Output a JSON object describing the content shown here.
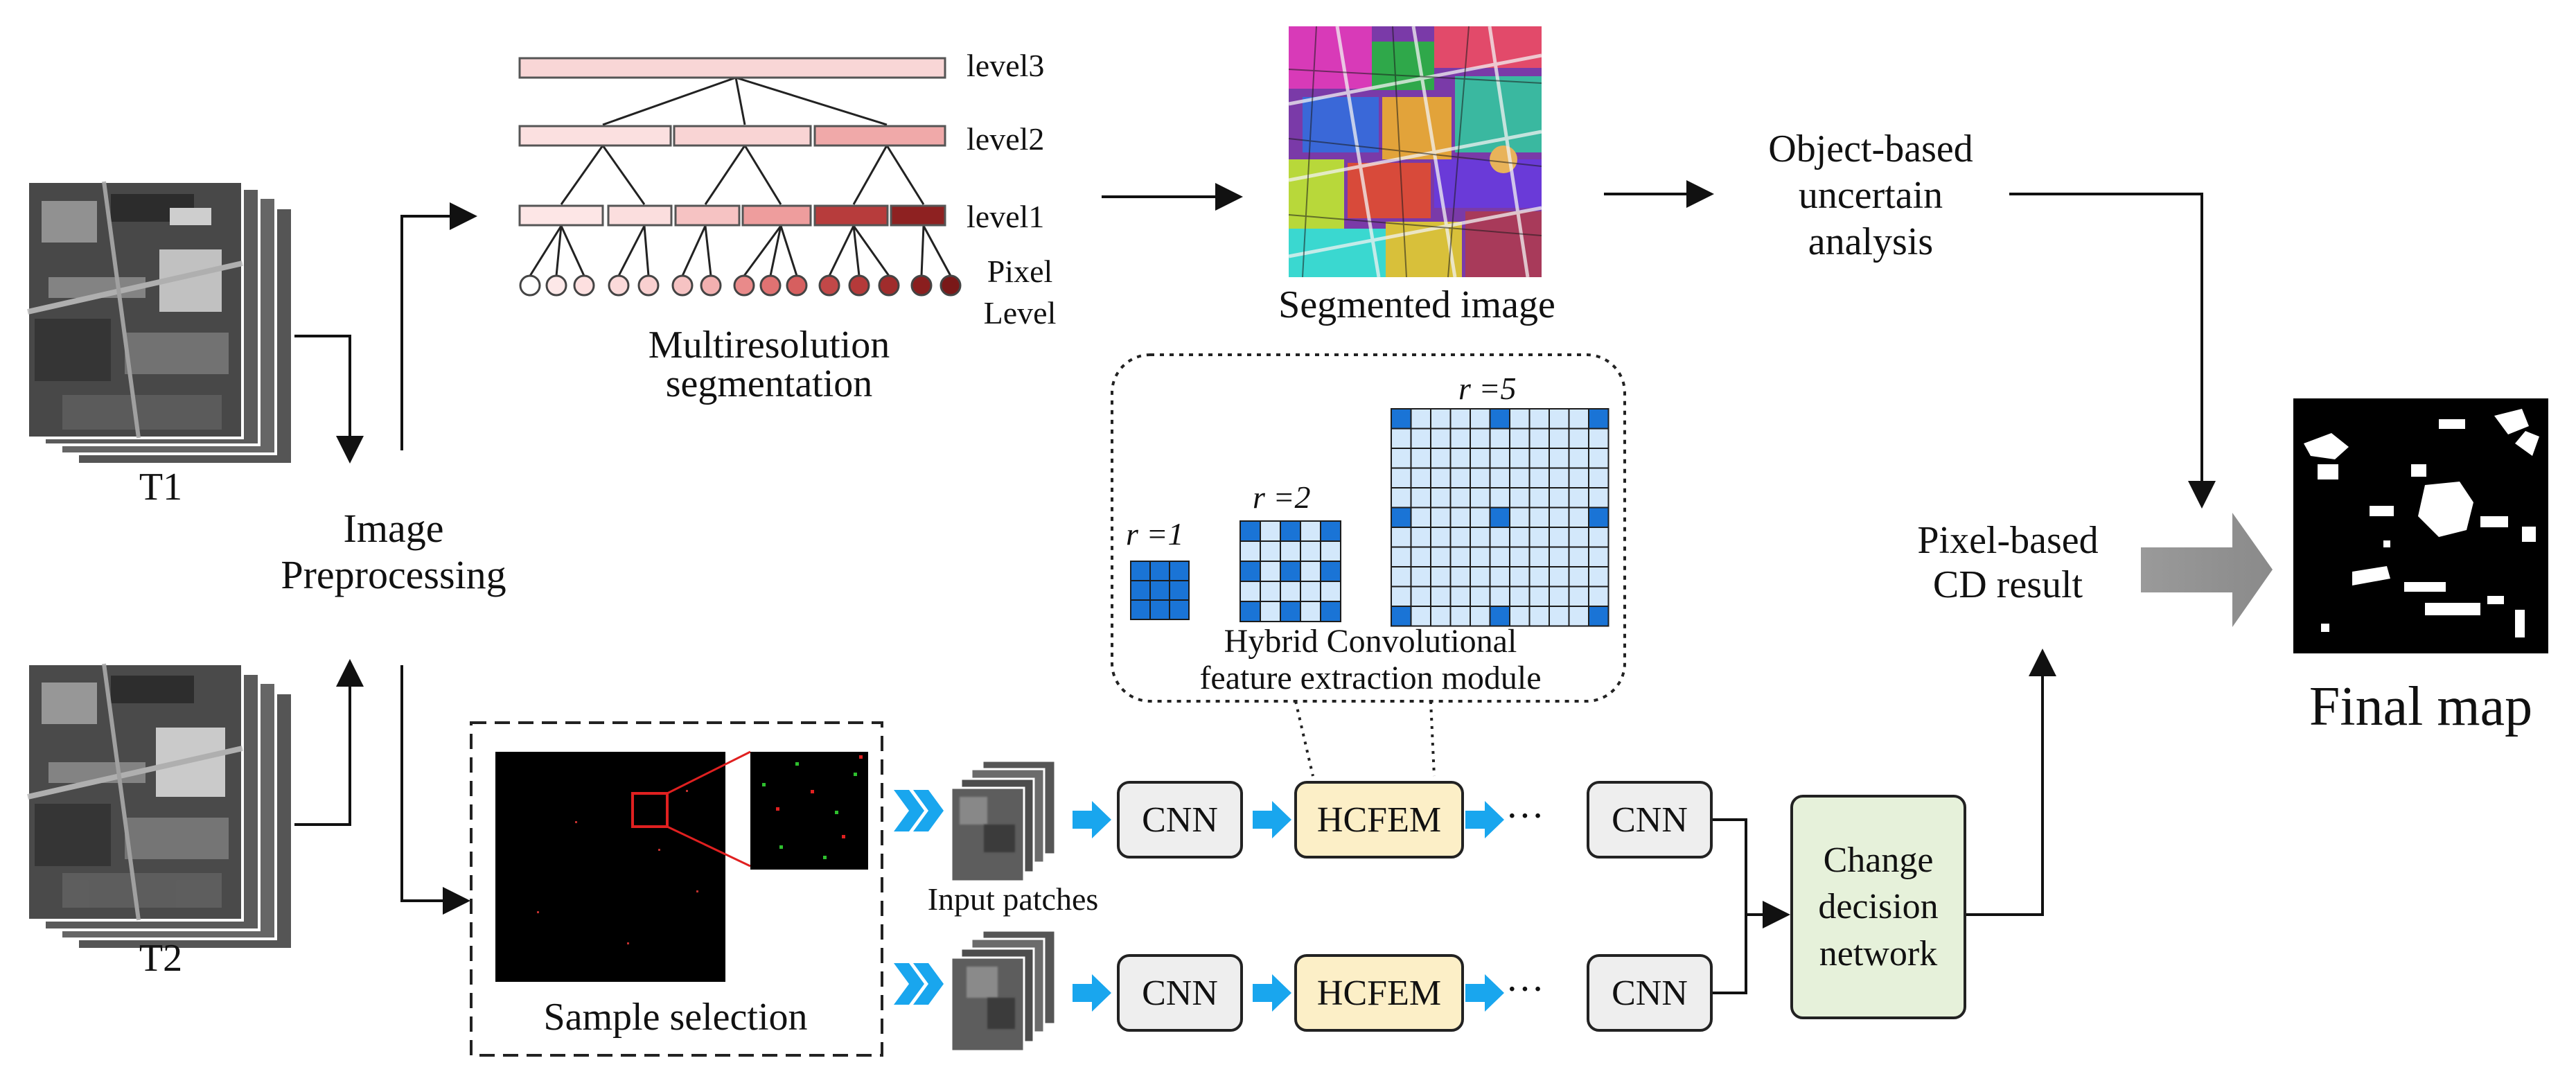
{
  "inputs": {
    "t1_label": "T1",
    "t2_label": "T2"
  },
  "preprocessing": {
    "line1": "Image",
    "line2": "Preprocessing"
  },
  "segmentation": {
    "level3": "level3",
    "level2": "level2",
    "level1": "level1",
    "pixel_line1": "Pixel",
    "pixel_line2": "Level",
    "caption_line1": "Multiresolution",
    "caption_line2": "segmentation"
  },
  "segmented_image": {
    "caption": "Segmented image"
  },
  "object_analysis": {
    "line1": "Object-based",
    "line2": "uncertain",
    "line3": "analysis"
  },
  "hcfem_module": {
    "r1": "r =1",
    "r2": "r =2",
    "r5": "r =5",
    "caption_line1": "Hybrid Convolutional",
    "caption_line2": "feature extraction  module"
  },
  "pixel_cd": {
    "line1": "Pixel-based",
    "line2": "CD result"
  },
  "final": {
    "caption": "Final map"
  },
  "sample": {
    "caption": "Sample selection"
  },
  "patches": {
    "caption": "Input patches"
  },
  "network": {
    "cnn_label": "CNN",
    "hcfem_label": "HCFEM",
    "ellipsis": "···",
    "cdn_line1": "Change",
    "cdn_line2": "decision",
    "cdn_line3": "network"
  },
  "colors": {
    "node_shades": [
      "#fde8e8",
      "#fbdada",
      "#f6c3c3",
      "#ef9a9a",
      "#d65f5f",
      "#b53a3a",
      "#8a1f1f"
    ],
    "dilated_blue": "#1a74d6",
    "grid_light": "#d3e8fb",
    "arrow_cyan": "#19a6ee",
    "cnn_fill": "#eeeeee",
    "hcfem_fill": "#fcefc7",
    "cdn_fill": "#e6f1da"
  }
}
